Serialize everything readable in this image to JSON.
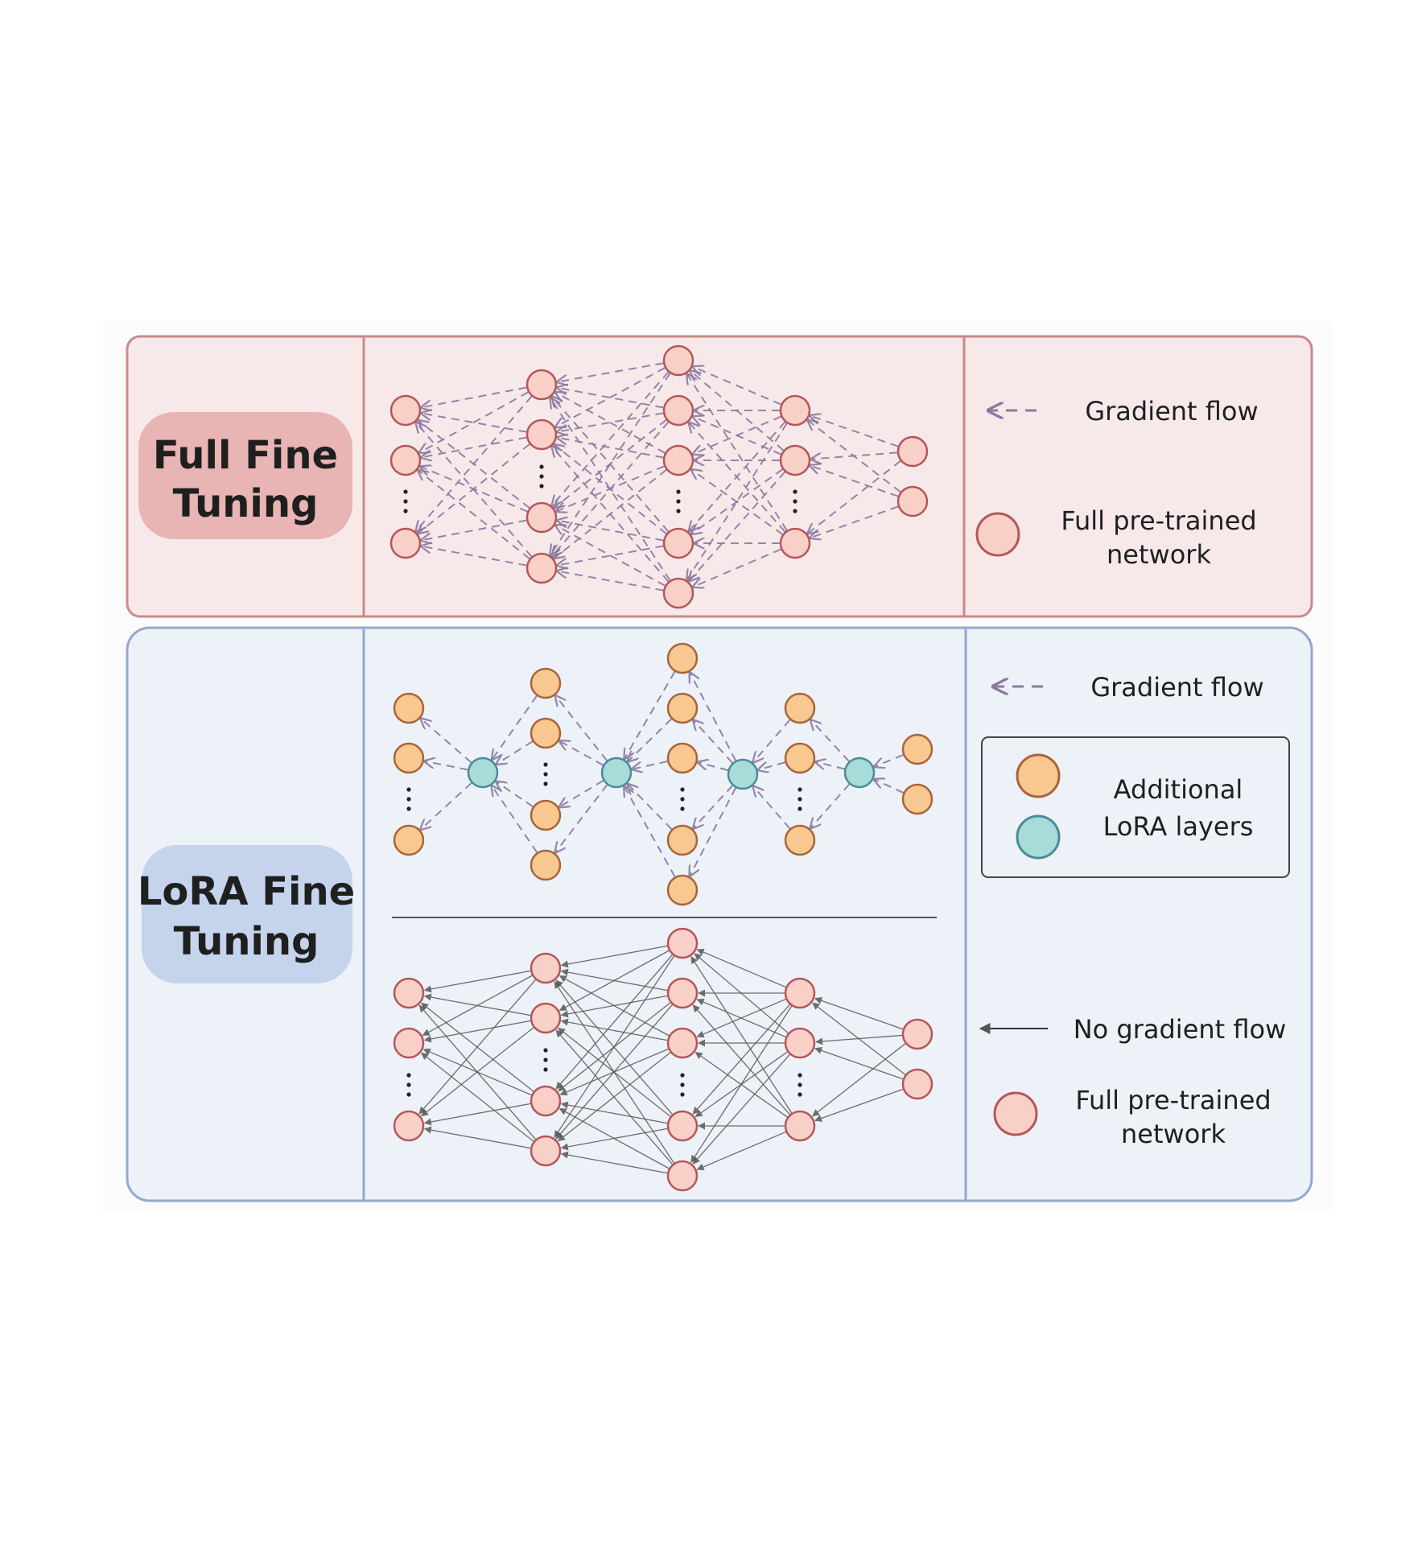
{
  "panels": {
    "full": {
      "label_line1": "Full Fine",
      "label_line2": "Tuning",
      "legend": {
        "gradient_flow": "Gradient flow",
        "pretrained_line1": "Full pre-trained",
        "pretrained_line2": "network"
      }
    },
    "lora": {
      "label_line1": "LoRA Fine",
      "label_line2": "Tuning",
      "legend": {
        "gradient_flow": "Gradient flow",
        "additional_line1": "Additional",
        "additional_line2": "LoRA layers",
        "no_gradient_flow": "No gradient flow",
        "pretrained_line1": "Full pre-trained",
        "pretrained_line2": "network"
      }
    }
  },
  "colors": {
    "full_panel_bg": "#f7e9ea",
    "full_panel_border": "#c98a88",
    "full_label_bg": "#e8b4b4",
    "lora_panel_bg": "#edf1f8",
    "lora_panel_border": "#93a8cc",
    "lora_label_bg": "#c5d4ec",
    "node_pink": "#f8d0c8",
    "node_pink_stroke": "#b5565a",
    "node_orange": "#f8c890",
    "node_orange_stroke": "#a8653a",
    "node_teal": "#a8dcd8",
    "node_teal_stroke": "#4a8b9a",
    "gradient_arrow": "#8a7aa0",
    "solid_edge": "#555555"
  }
}
